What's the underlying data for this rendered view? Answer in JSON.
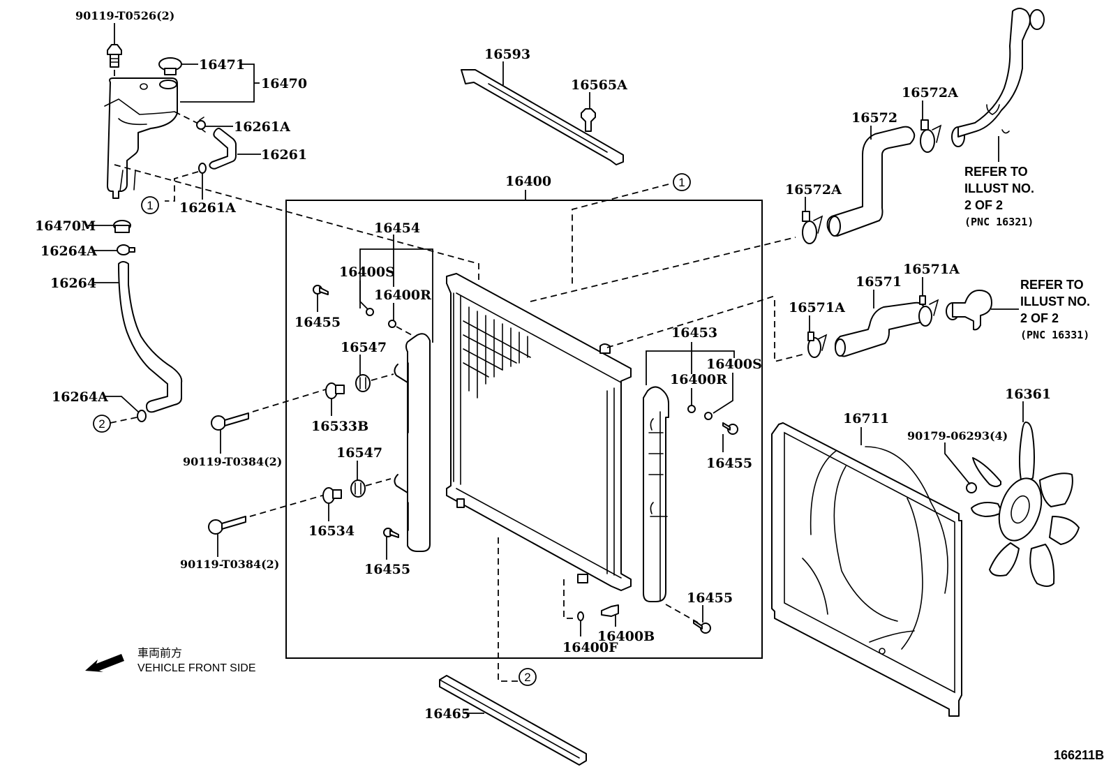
{
  "diagram": {
    "title": "Radiator & Water Outlet",
    "illustration_number": "166211B",
    "direction_note": {
      "japanese": "車両前方",
      "english": "VEHICLE FRONT SIDE",
      "icon": "arrow-left-down-icon"
    },
    "callouts": {
      "c1": "1",
      "c2": "2"
    },
    "refer_notes": [
      {
        "lines": [
          "REFER TO",
          "ILLUST NO.",
          "2 OF 2",
          "(PNC 16321)"
        ]
      },
      {
        "lines": [
          "REFER TO",
          "ILLUST NO.",
          "2 OF 2",
          "(PNC 16331)"
        ]
      }
    ],
    "parts": {
      "p90119_T0526": "90119-T0526(2)",
      "p16471": "16471",
      "p16470": "16470",
      "p16261A_top": "16261A",
      "p16261": "16261",
      "p16261A_bottom": "16261A",
      "p16470M": "16470M",
      "p16264A_top": "16264A",
      "p16264": "16264",
      "p16264A_bottom": "16264A",
      "p90119_T0384_a": "90119-T0384(2)",
      "p90119_T0384_b": "90119-T0384(2)",
      "p16593": "16593",
      "p16565A": "16565A",
      "p16400": "16400",
      "p16454": "16454",
      "p16400S_left": "16400S",
      "p16400R_left": "16400R",
      "p16455_a": "16455",
      "p16547_a": "16547",
      "p16533B": "16533B",
      "p16547_b": "16547",
      "p16534": "16534",
      "p16455_b": "16455",
      "p16453": "16453",
      "p16400S_right": "16400S",
      "p16400R_right": "16400R",
      "p16455_c": "16455",
      "p16455_d": "16455",
      "p16400B": "16400B",
      "p16400F": "16400F",
      "p16465": "16465",
      "p16572A_top": "16572A",
      "p16572": "16572",
      "p16572A_left": "16572A",
      "p16571A_top": "16571A",
      "p16571": "16571",
      "p16571A_left": "16571A",
      "p16711": "16711",
      "p16361": "16361",
      "p90179_06293": "90179-06293(4)"
    }
  }
}
